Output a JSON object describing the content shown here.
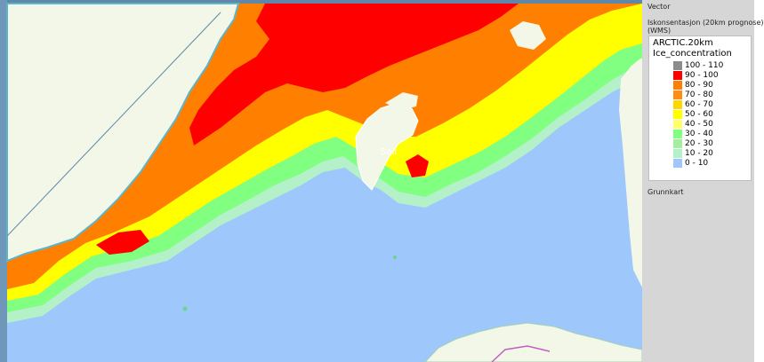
{
  "panel": {
    "vector_label": "Vector",
    "layer_title_line1": "Iskonsentasjon (20km prognose)",
    "layer_title_line2": "(WMS)",
    "legend_title_line1": "ARCTIC.20km",
    "legend_title_line2": "Ice_concentration",
    "base_layer_label": "Grunnkart"
  },
  "legend": [
    {
      "label": "100 - 110",
      "color": "#8c8c8c"
    },
    {
      "label": "90 - 100",
      "color": "#ff0000"
    },
    {
      "label": "80 - 90",
      "color": "#ff7f00"
    },
    {
      "label": "70 - 80",
      "color": "#ff8c14"
    },
    {
      "label": "60 - 70",
      "color": "#ffd700"
    },
    {
      "label": "50 - 60",
      "color": "#ffff00"
    },
    {
      "label": "40 - 50",
      "color": "#ffff66"
    },
    {
      "label": "30 - 40",
      "color": "#80ff80"
    },
    {
      "label": "20 - 30",
      "color": "#a0f0a0"
    },
    {
      "label": "10 - 20",
      "color": "#b4f0c8"
    },
    {
      "label": "0 - 10",
      "color": "#9ec7fb"
    }
  ],
  "map": {
    "place_label": "Sail",
    "ocean_color": "#9ec7fb",
    "land_color": "#f3f7e8",
    "land_shadow_color": "#5fb4c8"
  }
}
